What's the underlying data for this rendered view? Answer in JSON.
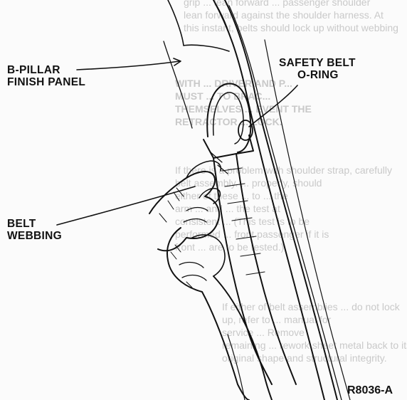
{
  "background_text": [
    "grip ... lean forward ... passenger shoulder",
    "lean forward against the shoulder harness. At",
    "this instant, belts should lock up without webbing",
    "WITH ... DRIVER AND P...",
    "MUST ... TO BRAC...",
    "THEMSELVES ... EVENT THE",
    "RETRACTOR ... LOCK.",
    "If there is a problem with shoulder strap, carefully",
    "belt assembly. ... properly, should",
    "either of these ... to ... the",
    "arm ... and ... the test at",
    "consistent ... (This test is to be",
    "performed ... front passenger if it is",
    "front ... are to be tested.)",
    "If either of belt assemblies ... do not lock",
    "up, refer to ... manual for",
    "service ... Remove",
    "remaining ... rework sheet metal back to its",
    "original shape and structural integrity."
  ],
  "callouts": {
    "b_pillar": [
      "B-PILLAR",
      "FINISH PANEL"
    ],
    "o_ring": [
      "SAFETY BELT",
      "O-RING"
    ],
    "webbing": [
      "BELT",
      "WEBBING"
    ]
  },
  "figure_id": "R8036-A"
}
